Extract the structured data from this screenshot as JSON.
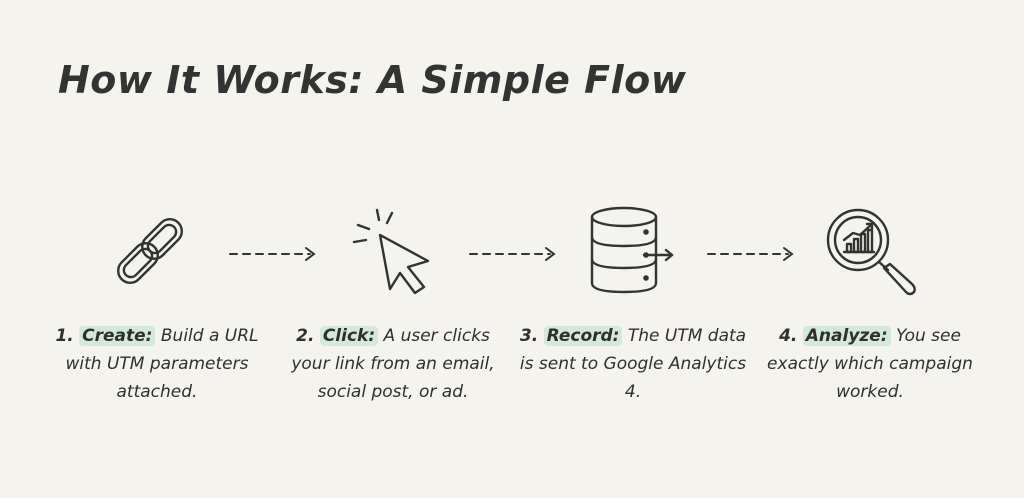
{
  "title": "How It Works: A Simple Flow",
  "steps": [
    {
      "number": "1.",
      "keyword": "Create:",
      "text": "Build a URL with UTM parameters attached.",
      "icon": "chain-link-icon"
    },
    {
      "number": "2.",
      "keyword": "Click:",
      "text": "A user clicks your link from an email, social post, or ad.",
      "icon": "cursor-click-icon"
    },
    {
      "number": "3.",
      "keyword": "Record:",
      "text": "The UTM data is sent to Google Analytics 4.",
      "icon": "database-icon"
    },
    {
      "number": "4.",
      "keyword": "Analyze:",
      "text": "You see exactly which campaign worked.",
      "icon": "magnifier-chart-icon"
    }
  ],
  "colors": {
    "background": "#f4f3ee",
    "ink": "#2d2d2d",
    "highlight": "#d4ead8"
  }
}
